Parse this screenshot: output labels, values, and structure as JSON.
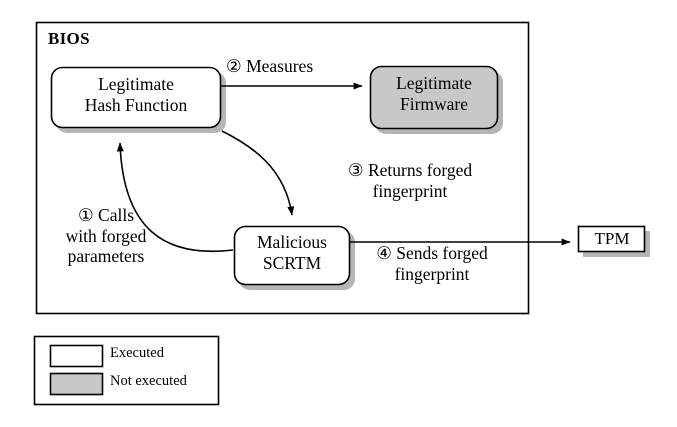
{
  "figure": {
    "container_label": "BIOS",
    "nodes": [
      {
        "id": "hash",
        "line1": "Legitimate",
        "line2": "Hash Function",
        "fill": "#ffffff",
        "state": "executed"
      },
      {
        "id": "fw",
        "line1": "Legitimate",
        "line2": "Firmware",
        "fill": "#c8c8c8",
        "state": "not-executed"
      },
      {
        "id": "scrtm",
        "line1": "Malicious",
        "line2": "SCRTM",
        "fill": "#ffffff",
        "state": "executed"
      },
      {
        "id": "tpm",
        "line1": "TPM",
        "line2": "",
        "fill": "#ffffff",
        "state": "executed"
      }
    ],
    "steps": [
      {
        "num": "②",
        "line1": "② Measures",
        "line2": "",
        "from": "hash",
        "to": "fw"
      },
      {
        "num": "③",
        "line1": "③ Returns forged",
        "line2": "fingerprint",
        "from": "hash",
        "to": "scrtm"
      },
      {
        "num": "①",
        "line1": "① Calls",
        "line2": "with forged",
        "line3": "parameters",
        "from": "scrtm",
        "to": "hash"
      },
      {
        "num": "④",
        "line1": "④ Sends forged",
        "line2": "fingerprint",
        "from": "scrtm",
        "to": "tpm"
      }
    ],
    "legend": {
      "executed_label": "Executed",
      "not_executed_label": "Not executed",
      "executed_color": "#ffffff",
      "not_executed_color": "#c8c8c8"
    },
    "colors": {
      "stroke": "#000000",
      "shadow": "#b0b0b0",
      "background": "#ffffff"
    }
  }
}
